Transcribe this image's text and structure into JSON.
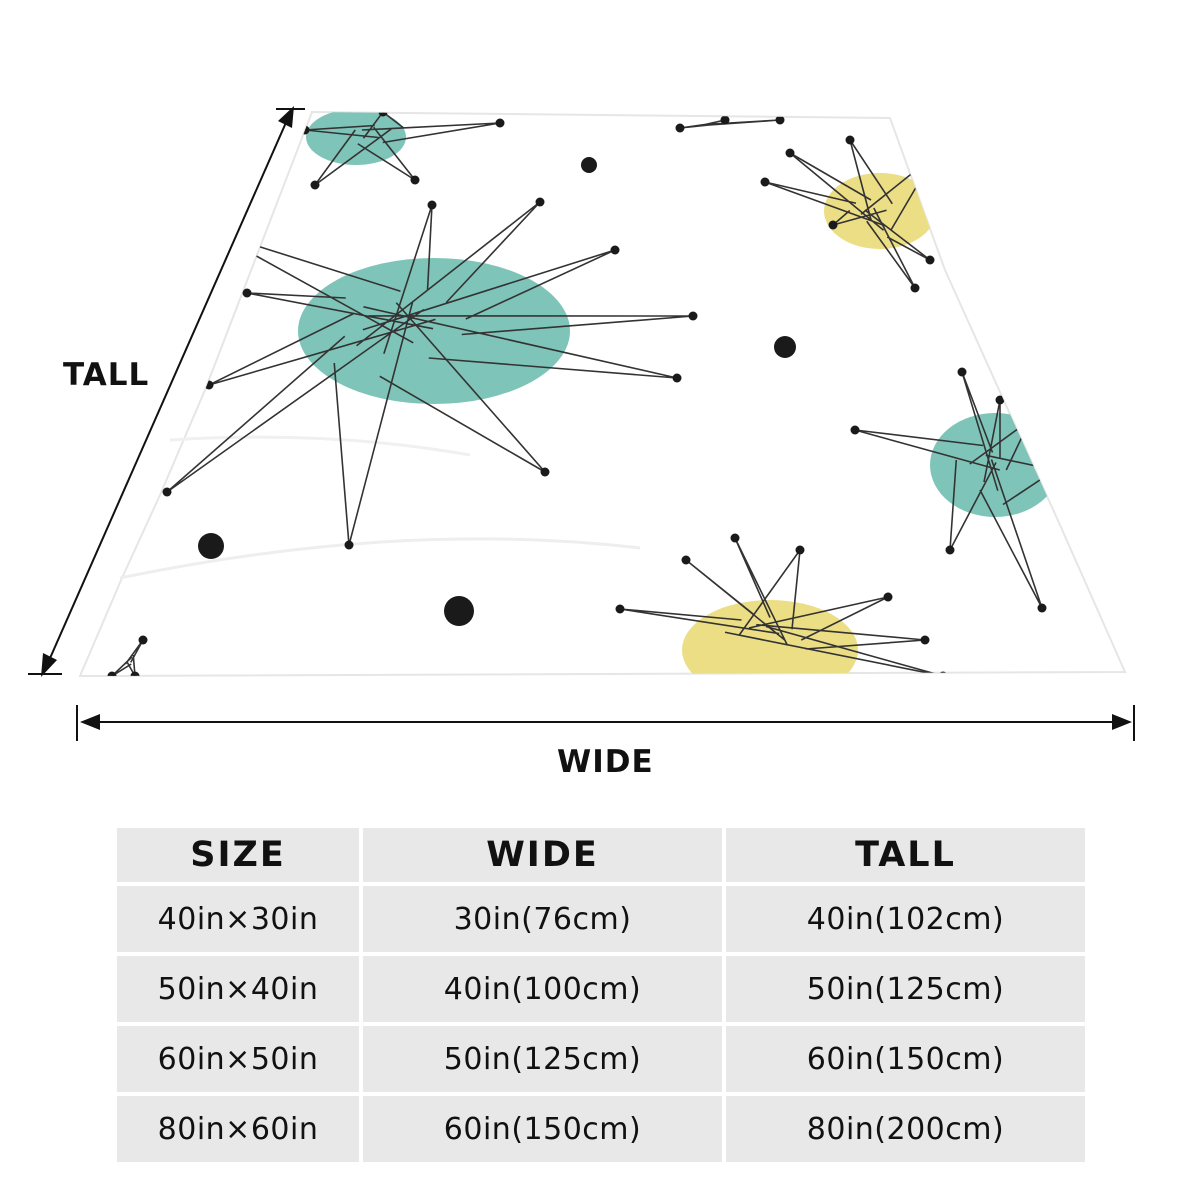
{
  "dimensions": {
    "tall_label": "TALL",
    "wide_label": "WIDE"
  },
  "colors": {
    "teal": "#7fc4b8",
    "yellow": "#ebde85",
    "ink": "#1a1a1a",
    "cell_bg": "#e8e8e8"
  },
  "size_table": {
    "headers": [
      "SIZE",
      "WIDE",
      "TALL"
    ],
    "rows": [
      [
        "40in×30in",
        "30in(76cm)",
        "40in(102cm)"
      ],
      [
        "50in×40in",
        "40in(100cm)",
        "50in(125cm)"
      ],
      [
        "60in×50in",
        "50in(125cm)",
        "60in(150cm)"
      ],
      [
        "80in×60in",
        "60in(150cm)",
        "80in(200cm)"
      ]
    ]
  }
}
